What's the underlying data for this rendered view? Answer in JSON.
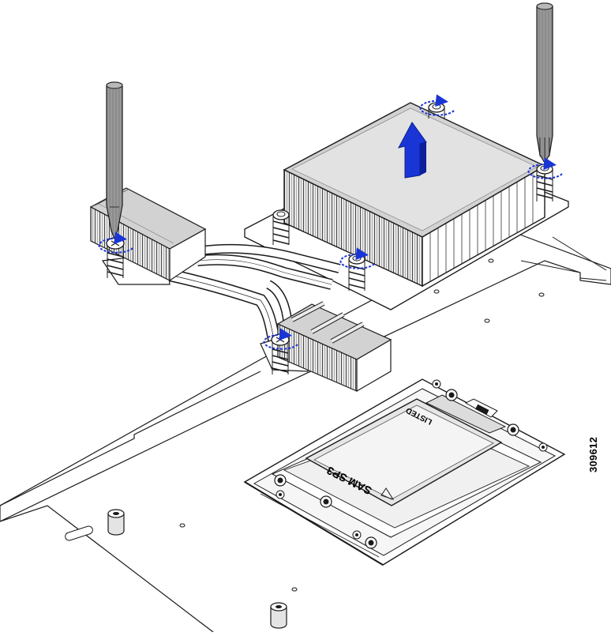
{
  "figure": {
    "number": "309612"
  },
  "chip": {
    "label_main": "SAM SP3",
    "label_secondary": "LISTED"
  },
  "colors": {
    "line": "#1a1a1a",
    "heatsink_fill": "#d2d2d2",
    "fin_fill": "#ececec",
    "tool_fill": "#8c8c8c",
    "arrow_blue": "#1a35d6",
    "paper": "#ffffff"
  },
  "icons": {
    "lift_arrow": "up-arrow-icon",
    "rotation": "counterclockwise-arrow-icon",
    "screw": "screw-icon",
    "screwdriver": "screwdriver-icon",
    "triangle": "triangle-icon"
  }
}
